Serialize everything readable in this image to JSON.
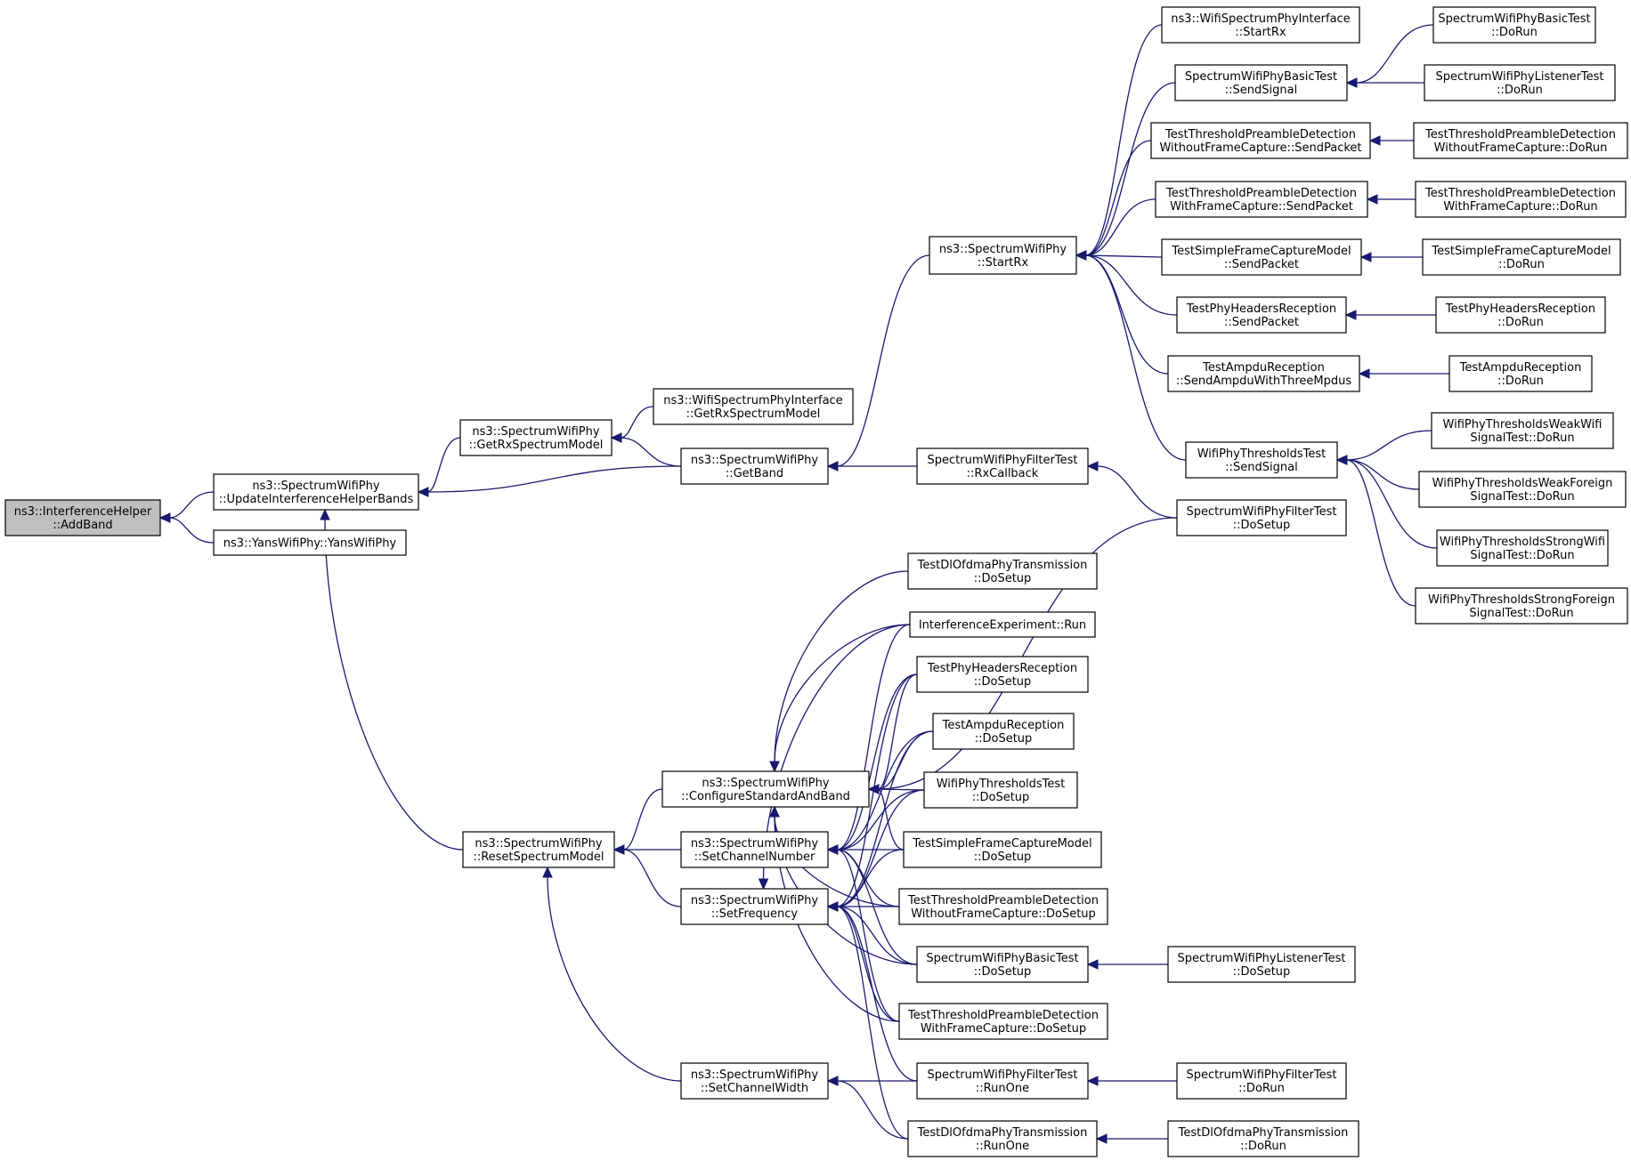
{
  "graph": {
    "type": "doxygen-caller-graph",
    "colors": {
      "edge": "#191970",
      "root_fill": "#bfbfbf",
      "node_fill": "#ffffff",
      "node_border": "#000000"
    },
    "nodes": [
      {
        "id": "n0",
        "lines": [
          "ns3::InterferenceHelper",
          "::AddBand"
        ],
        "root": true
      },
      {
        "id": "n1",
        "lines": [
          "ns3::SpectrumWifiPhy",
          "::UpdateInterferenceHelperBands"
        ]
      },
      {
        "id": "n2",
        "lines": [
          "ns3::YansWifiPhy::YansWifiPhy"
        ]
      },
      {
        "id": "n3",
        "lines": [
          "ns3::SpectrumWifiPhy",
          "::GetRxSpectrumModel"
        ]
      },
      {
        "id": "n4",
        "lines": [
          "ns3::SpectrumWifiPhy",
          "::ResetSpectrumModel"
        ]
      },
      {
        "id": "n5",
        "lines": [
          "ns3::WifiSpectrumPhyInterface",
          "::GetRxSpectrumModel"
        ]
      },
      {
        "id": "n6",
        "lines": [
          "ns3::SpectrumWifiPhy",
          "::GetBand"
        ]
      },
      {
        "id": "n7",
        "lines": [
          "ns3::SpectrumWifiPhy",
          "::StartRx"
        ]
      },
      {
        "id": "n8",
        "lines": [
          "SpectrumWifiPhyFilterTest",
          "::RxCallback"
        ]
      },
      {
        "id": "n9",
        "lines": [
          "ns3::WifiSpectrumPhyInterface",
          "::StartRx"
        ]
      },
      {
        "id": "n10",
        "lines": [
          "SpectrumWifiPhyBasicTest",
          "::SendSignal"
        ]
      },
      {
        "id": "n11",
        "lines": [
          "TestThresholdPreambleDetection",
          "WithoutFrameCapture::SendPacket"
        ]
      },
      {
        "id": "n12",
        "lines": [
          "TestThresholdPreambleDetection",
          "WithFrameCapture::SendPacket"
        ]
      },
      {
        "id": "n13",
        "lines": [
          "TestSimpleFrameCaptureModel",
          "::SendPacket"
        ]
      },
      {
        "id": "n14",
        "lines": [
          "TestPhyHeadersReception",
          "::SendPacket"
        ]
      },
      {
        "id": "n15",
        "lines": [
          "TestAmpduReception",
          "::SendAmpduWithThreeMpdus"
        ]
      },
      {
        "id": "n16",
        "lines": [
          "WifiPhyThresholdsTest",
          "::SendSignal"
        ]
      },
      {
        "id": "n17",
        "lines": [
          "SpectrumWifiPhyBasicTest",
          "::DoRun"
        ]
      },
      {
        "id": "n18",
        "lines": [
          "SpectrumWifiPhyListenerTest",
          "::DoRun"
        ]
      },
      {
        "id": "n19",
        "lines": [
          "TestThresholdPreambleDetection",
          "WithoutFrameCapture::DoRun"
        ]
      },
      {
        "id": "n20",
        "lines": [
          "TestThresholdPreambleDetection",
          "WithFrameCapture::DoRun"
        ]
      },
      {
        "id": "n21",
        "lines": [
          "TestSimpleFrameCaptureModel",
          "::DoRun"
        ]
      },
      {
        "id": "n22",
        "lines": [
          "TestPhyHeadersReception",
          "::DoRun"
        ]
      },
      {
        "id": "n23",
        "lines": [
          "TestAmpduReception",
          "::DoRun"
        ]
      },
      {
        "id": "n24",
        "lines": [
          "WifiPhyThresholdsWeakWifi",
          "SignalTest::DoRun"
        ]
      },
      {
        "id": "n25",
        "lines": [
          "WifiPhyThresholdsWeakForeign",
          "SignalTest::DoRun"
        ]
      },
      {
        "id": "n26",
        "lines": [
          "WifiPhyThresholdsStrongWifi",
          "SignalTest::DoRun"
        ]
      },
      {
        "id": "n27",
        "lines": [
          "WifiPhyThresholdsStrongForeign",
          "SignalTest::DoRun"
        ]
      },
      {
        "id": "n28",
        "lines": [
          "SpectrumWifiPhyFilterTest",
          "::DoSetup"
        ]
      },
      {
        "id": "n29",
        "lines": [
          "ns3::SpectrumWifiPhy",
          "::ConfigureStandardAndBand"
        ]
      },
      {
        "id": "n30",
        "lines": [
          "ns3::SpectrumWifiPhy",
          "::SetChannelNumber"
        ]
      },
      {
        "id": "n31",
        "lines": [
          "ns3::SpectrumWifiPhy",
          "::SetFrequency"
        ]
      },
      {
        "id": "n32",
        "lines": [
          "ns3::SpectrumWifiPhy",
          "::SetChannelWidth"
        ]
      },
      {
        "id": "n33",
        "lines": [
          "TestDlOfdmaPhyTransmission",
          "::DoSetup"
        ]
      },
      {
        "id": "n34",
        "lines": [
          "InterferenceExperiment::Run"
        ]
      },
      {
        "id": "n35",
        "lines": [
          "TestPhyHeadersReception",
          "::DoSetup"
        ]
      },
      {
        "id": "n36",
        "lines": [
          "TestAmpduReception",
          "::DoSetup"
        ]
      },
      {
        "id": "n37",
        "lines": [
          "WifiPhyThresholdsTest",
          "::DoSetup"
        ]
      },
      {
        "id": "n38",
        "lines": [
          "TestSimpleFrameCaptureModel",
          "::DoSetup"
        ]
      },
      {
        "id": "n39",
        "lines": [
          "TestThresholdPreambleDetection",
          "WithoutFrameCapture::DoSetup"
        ]
      },
      {
        "id": "n40",
        "lines": [
          "SpectrumWifiPhyBasicTest",
          "::DoSetup"
        ]
      },
      {
        "id": "n41",
        "lines": [
          "TestThresholdPreambleDetection",
          "WithFrameCapture::DoSetup"
        ]
      },
      {
        "id": "n42",
        "lines": [
          "SpectrumWifiPhyFilterTest",
          "::RunOne"
        ]
      },
      {
        "id": "n43",
        "lines": [
          "TestDlOfdmaPhyTransmission",
          "::RunOne"
        ]
      },
      {
        "id": "n44",
        "lines": [
          "SpectrumWifiPhyListenerTest",
          "::DoSetup"
        ]
      },
      {
        "id": "n45",
        "lines": [
          "SpectrumWifiPhyFilterTest",
          "::DoRun"
        ]
      },
      {
        "id": "n46",
        "lines": [
          "TestDlOfdmaPhyTransmission",
          "::DoRun"
        ]
      }
    ],
    "edges": [
      [
        "n1",
        "n0"
      ],
      [
        "n2",
        "n0"
      ],
      [
        "n3",
        "n1"
      ],
      [
        "n6",
        "n1"
      ],
      [
        "n4",
        "n1"
      ],
      [
        "n5",
        "n3"
      ],
      [
        "n6",
        "n3"
      ],
      [
        "n7",
        "n6"
      ],
      [
        "n8",
        "n6"
      ],
      [
        "n9",
        "n7"
      ],
      [
        "n10",
        "n7"
      ],
      [
        "n11",
        "n7"
      ],
      [
        "n12",
        "n7"
      ],
      [
        "n13",
        "n7"
      ],
      [
        "n14",
        "n7"
      ],
      [
        "n15",
        "n7"
      ],
      [
        "n16",
        "n7"
      ],
      [
        "n17",
        "n10"
      ],
      [
        "n18",
        "n10"
      ],
      [
        "n19",
        "n11"
      ],
      [
        "n20",
        "n12"
      ],
      [
        "n21",
        "n13"
      ],
      [
        "n22",
        "n14"
      ],
      [
        "n23",
        "n15"
      ],
      [
        "n24",
        "n16"
      ],
      [
        "n25",
        "n16"
      ],
      [
        "n26",
        "n16"
      ],
      [
        "n27",
        "n16"
      ],
      [
        "n28",
        "n8"
      ],
      [
        "n29",
        "n4"
      ],
      [
        "n30",
        "n4"
      ],
      [
        "n31",
        "n4"
      ],
      [
        "n32",
        "n4"
      ],
      [
        "n28",
        "n29"
      ],
      [
        "n33",
        "n29"
      ],
      [
        "n34",
        "n29"
      ],
      [
        "n35",
        "n29"
      ],
      [
        "n36",
        "n29"
      ],
      [
        "n37",
        "n29"
      ],
      [
        "n38",
        "n29"
      ],
      [
        "n39",
        "n29"
      ],
      [
        "n40",
        "n29"
      ],
      [
        "n41",
        "n29"
      ],
      [
        "n34",
        "n30"
      ],
      [
        "n35",
        "n30"
      ],
      [
        "n36",
        "n30"
      ],
      [
        "n37",
        "n30"
      ],
      [
        "n38",
        "n30"
      ],
      [
        "n39",
        "n30"
      ],
      [
        "n40",
        "n30"
      ],
      [
        "n41",
        "n30"
      ],
      [
        "n34",
        "n31"
      ],
      [
        "n35",
        "n31"
      ],
      [
        "n36",
        "n31"
      ],
      [
        "n37",
        "n31"
      ],
      [
        "n38",
        "n31"
      ],
      [
        "n39",
        "n31"
      ],
      [
        "n40",
        "n31"
      ],
      [
        "n41",
        "n31"
      ],
      [
        "n42",
        "n31"
      ],
      [
        "n43",
        "n31"
      ],
      [
        "n42",
        "n32"
      ],
      [
        "n43",
        "n32"
      ],
      [
        "n44",
        "n40"
      ],
      [
        "n45",
        "n42"
      ],
      [
        "n46",
        "n43"
      ]
    ]
  }
}
